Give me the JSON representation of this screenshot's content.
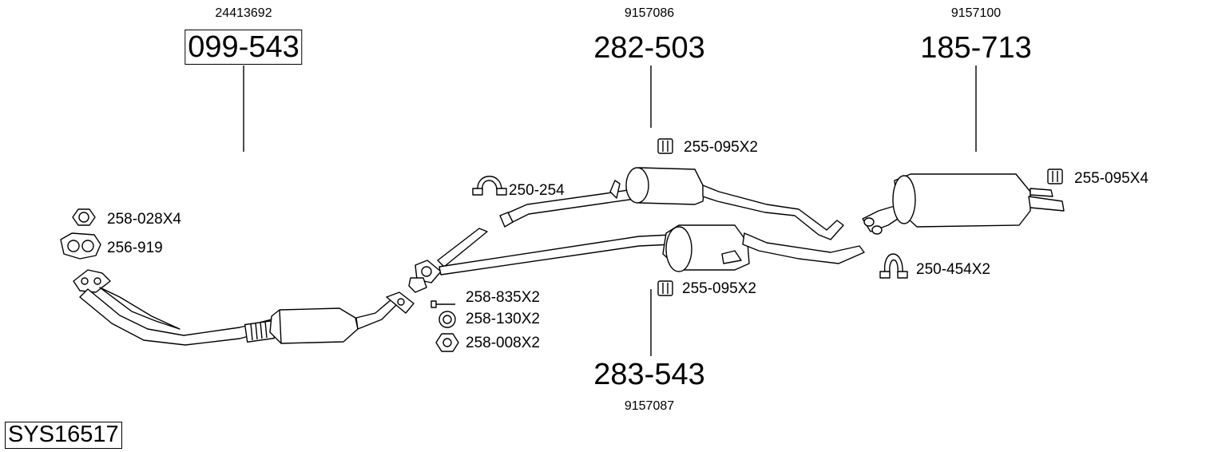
{
  "diagram_title": "SYS16517",
  "parts": [
    {
      "oe": "24413692",
      "number": "099-543",
      "boxed": true
    },
    {
      "oe": "9157086",
      "number": "282-503",
      "boxed": false
    },
    {
      "oe": "9157100",
      "number": "185-713",
      "boxed": false
    },
    {
      "oe": "9157087",
      "number": "283-543",
      "boxed": false
    }
  ],
  "accessories": [
    {
      "code": "258-028X4",
      "icon": "hex-nut-icon"
    },
    {
      "code": "256-919",
      "icon": "gasket-icon"
    },
    {
      "code": "250-254",
      "icon": "clamp-icon"
    },
    {
      "code": "255-095X2",
      "icon": "rubber-mount-icon"
    },
    {
      "code": "255-095X4",
      "icon": "rubber-mount-icon"
    },
    {
      "code": "250-454X2",
      "icon": "clamp-icon"
    },
    {
      "code": "255-095X2",
      "icon": "rubber-mount-icon"
    },
    {
      "code": "258-835X2",
      "icon": "bolt-icon"
    },
    {
      "code": "258-130X2",
      "icon": "washer-ring-icon"
    },
    {
      "code": "258-008X2",
      "icon": "hex-nut-icon"
    }
  ]
}
